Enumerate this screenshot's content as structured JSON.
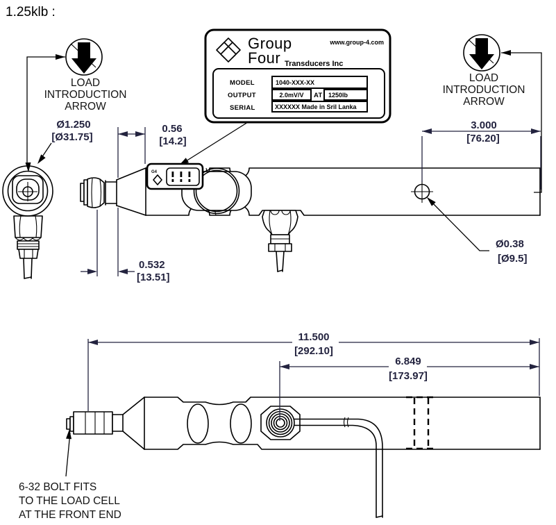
{
  "title": "1.25klb :",
  "colors": {
    "line": "#000000",
    "dimension_text": "#23233f",
    "background": "#ffffff"
  },
  "load_indicator": {
    "line1": "LOAD",
    "line2": "INTRODUCTION",
    "line3": "ARROW"
  },
  "nameplate": {
    "brand_top": "Group",
    "brand_bottom": "Four",
    "tagline": "Transducers Inc",
    "website": "www.group-4.com",
    "model_label": "MODEL",
    "model_value": "1040-XXX-XX",
    "output_label": "OUTPUT",
    "output_value": "2.0mV/V",
    "at_label": "AT",
    "capacity_value": "1250lb",
    "serial_label": "SERIAL",
    "serial_value": "XXXXXX Made in Sril Lanka"
  },
  "mini_label": {
    "logo_text": "G4"
  },
  "dims": {
    "boss_dia_in": "Ø1.250",
    "boss_dia_mm": "[Ø31.75]",
    "label_pos_in": "0.56",
    "label_pos_mm": "[14.2]",
    "hole_pos_in": "3.000",
    "hole_pos_mm": "[76.20]",
    "neck_in": "0.532",
    "neck_mm": "[13.51]",
    "hole_dia_in": "Ø0.38",
    "hole_dia_mm": "[Ø9.5]",
    "length_in": "11.500",
    "length_mm": "[292.10]",
    "cable_pos_in": "6.849",
    "cable_pos_mm": "[173.97]"
  },
  "note": {
    "line1": "6-32 BOLT FITS",
    "line2": "TO THE LOAD CELL",
    "line3": "AT THE FRONT END"
  }
}
